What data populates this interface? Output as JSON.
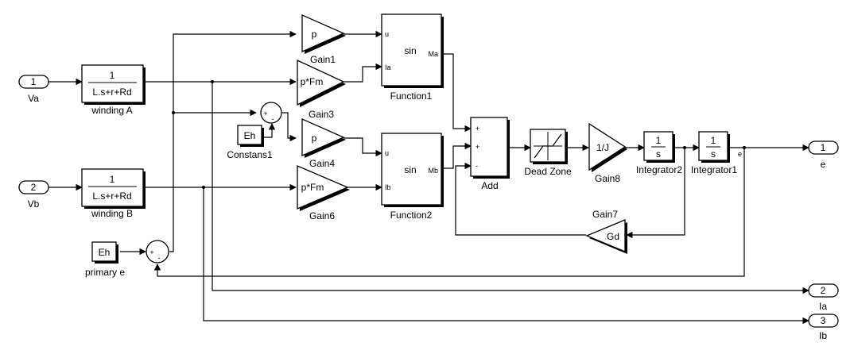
{
  "inports": [
    {
      "number": "1",
      "label": "Va"
    },
    {
      "number": "2",
      "label": "Vb"
    }
  ],
  "outports": [
    {
      "number": "1",
      "label": "e"
    },
    {
      "number": "2",
      "label": "Ia"
    },
    {
      "number": "3",
      "label": "Ib"
    }
  ],
  "transfer_fns": {
    "a": {
      "num": "1",
      "den": "L.s+r+Rd",
      "label": "winding A"
    },
    "b": {
      "num": "1",
      "den": "L.s+r+Rd",
      "label": "winding B"
    }
  },
  "gains": {
    "gain1": {
      "value": "p",
      "label": "Gain1"
    },
    "gain3": {
      "value": "p*Fm",
      "label": "Gain3"
    },
    "gain4": {
      "value": "p",
      "label": "Gain4"
    },
    "gain6": {
      "value": "p*Fm",
      "label": "Gain6"
    },
    "gain8": {
      "value": "1/J",
      "label": "Gain8"
    },
    "gain7": {
      "value": "Gd",
      "label": "Gain7"
    }
  },
  "constants": {
    "constans1": {
      "value": "Eh",
      "label": "Constans1"
    },
    "primary": {
      "value": "Eh",
      "label": "primary e"
    }
  },
  "sums": {
    "s1": {
      "signs": [
        "+",
        "-"
      ]
    },
    "s2": {
      "signs": [
        "+",
        "-"
      ]
    }
  },
  "functions": {
    "f1": {
      "body": "sin",
      "in_u": "u",
      "in_i": "Ia",
      "out": "Ma",
      "label": "Function1"
    },
    "f2": {
      "body": "sin",
      "in_u": "u",
      "in_i": "Ib",
      "out": "Mb",
      "label": "Function2"
    }
  },
  "add": {
    "label": "Add",
    "signs": [
      "+",
      "+",
      "-"
    ]
  },
  "dead_zone": {
    "label": "Dead Zone"
  },
  "integrators": {
    "i2": {
      "num": "1",
      "den": "s",
      "label": "Integrator2"
    },
    "i1": {
      "num": "1",
      "den": "s",
      "label": "Integrator1"
    }
  },
  "signal_labels": {
    "e": "e"
  }
}
